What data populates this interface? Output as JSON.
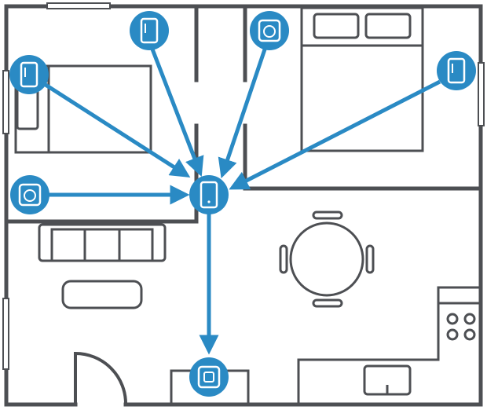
{
  "diagram": {
    "accent_color": "#2a8ac4",
    "wall_color": "#4d4f53",
    "background_color": "#ffffff",
    "hub": {
      "icon": "hub-device-icon"
    },
    "sensors": [
      {
        "id": "sensor-door-bedroom-left-top",
        "icon": "door-contact-sensor-icon"
      },
      {
        "id": "sensor-door-bedroom-left",
        "icon": "door-contact-sensor-icon"
      },
      {
        "id": "sensor-motion-left",
        "icon": "motion-sensor-icon"
      },
      {
        "id": "sensor-motion-bedroom-right",
        "icon": "motion-sensor-icon"
      },
      {
        "id": "sensor-door-bedroom-right",
        "icon": "door-contact-sensor-icon"
      },
      {
        "id": "sensor-keypad-entry",
        "icon": "keypad-icon"
      }
    ]
  }
}
